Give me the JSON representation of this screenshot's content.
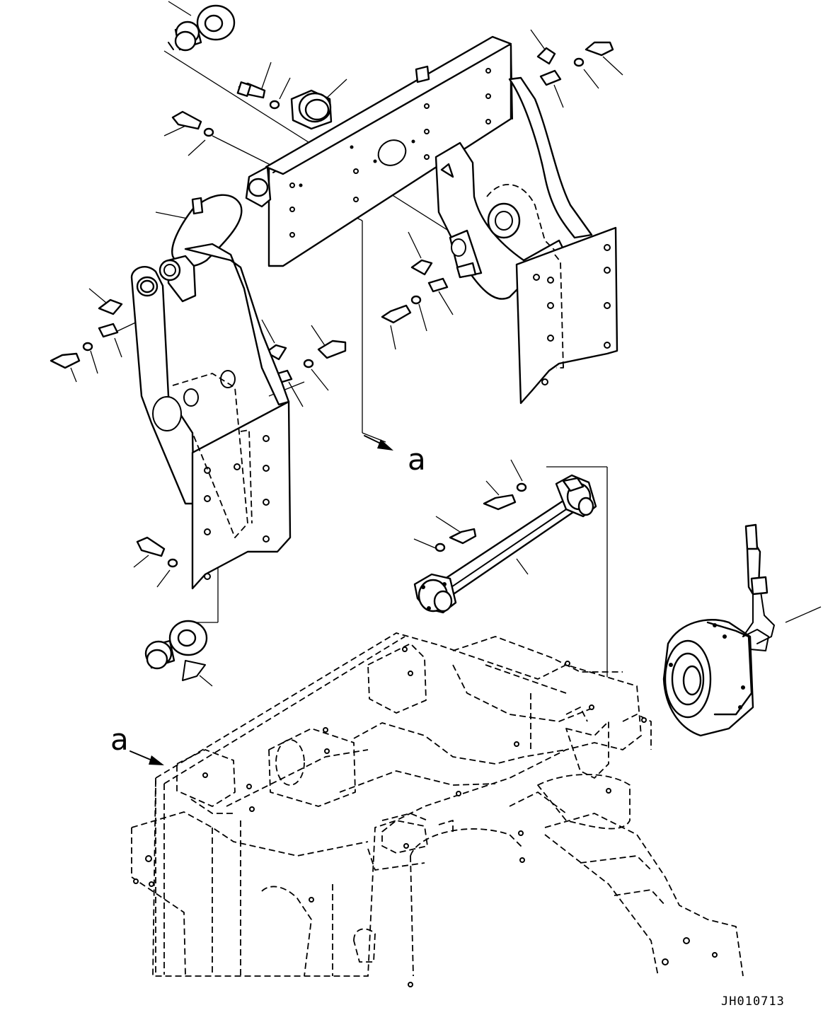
{
  "diagram": {
    "view_labels": [
      "a",
      "a"
    ],
    "drawing_code": "JH010713"
  }
}
